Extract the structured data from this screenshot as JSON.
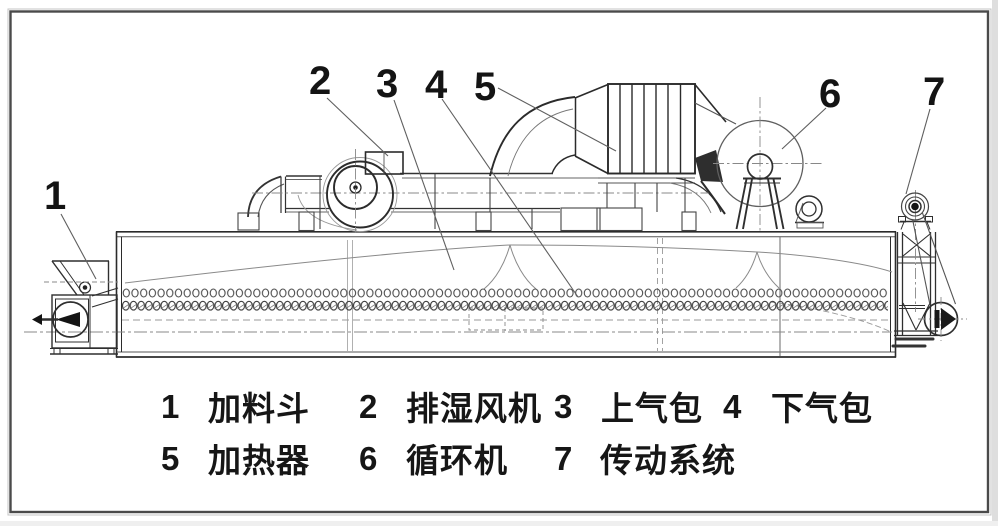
{
  "figure": {
    "kind": "belt-dryer-structure-diagram",
    "background": "#ffffff",
    "ink": "#2b2b2b",
    "thin_line": "#888888",
    "border_color": "#4a4a4a",
    "text_color": "#141414"
  },
  "callouts": [
    "1",
    "2",
    "3",
    "4",
    "5",
    "6",
    "7"
  ],
  "legend": {
    "rows": [
      [
        {
          "n": "1",
          "t": "加料斗"
        },
        {
          "n": "2",
          "t": "排湿风机"
        },
        {
          "n": "3",
          "t": "上气包"
        },
        {
          "n": "4",
          "t": "下气包"
        }
      ],
      [
        {
          "n": "5",
          "t": "加热器"
        },
        {
          "n": "6",
          "t": "循环机"
        },
        {
          "n": "7",
          "t": "传动系统"
        }
      ]
    ]
  }
}
